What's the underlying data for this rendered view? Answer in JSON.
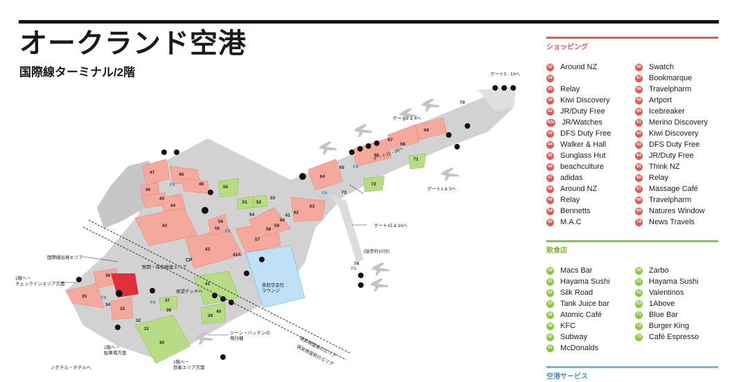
{
  "header": {
    "title": "オークランド空港",
    "subtitle": "国際線ターミナル/2階"
  },
  "colors": {
    "shopping": "#e05a4f",
    "dining": "#8cc640",
    "services": "#6cb4e4",
    "building": "#cfcfcf",
    "shop_zone": "#f4a99c",
    "food_zone": "#b8dc86",
    "lounge_zone": "#bfe0f6"
  },
  "map": {
    "gates_5_10": "ゲート5 - 10へ",
    "gates_2_4": "ゲート2 & 4へ",
    "gates_11_18": "ゲート11 - 18へ",
    "gates_1_3": "ゲート1 & 3へ",
    "gates_15_16": "ゲート15 & 16へ",
    "walk_10min": "(徒歩約10分)",
    "intl_departure_area": "国際線出発エリア",
    "customs_security_area": "税関・保安検査エリア",
    "cp": "CP",
    "observation_deck": "展望デッキへ",
    "floor1_checkin": "1階へ－\nチェックインエリア方面",
    "airline_lounge": "各航空会社\nラウンジ",
    "jean_batten": "ジーン・バッテンの\n飛行機",
    "floor1_parking": "1階へ－\n駐車場方面",
    "novotel": "ノボテル・ホテルへ",
    "floor1_arrival": "1階へ－\n到着エリア方面",
    "after_security": "保安検査後のエリア",
    "before_security": "保安検査前のエリア",
    "fx": "FX",
    "zone_numbers": [
      "47",
      "48",
      "46",
      "45",
      "49",
      "44",
      "43",
      "50",
      "51",
      "52",
      "53",
      "54",
      "55",
      "56",
      "57",
      "58",
      "59",
      "60",
      "61",
      "62",
      "63",
      "64",
      "65",
      "66",
      "67",
      "68",
      "69",
      "70",
      "71",
      "72",
      "73",
      "74",
      "42",
      "42A",
      "36",
      "35",
      "34",
      "33",
      "32",
      "31",
      "30",
      "37",
      "38",
      "39",
      "40",
      "41"
    ]
  },
  "legend": {
    "shopping": {
      "title": "ショッピング",
      "items": [
        {
          "no": "33",
          "name": "Around NZ"
        },
        {
          "no": "34",
          "name": ""
        },
        {
          "no": "35",
          "name": "Relay"
        },
        {
          "no": "36",
          "name": "Kiwi Discovery"
        },
        {
          "no": "42",
          "name": "JR/Duty Free"
        },
        {
          "no": "42a",
          "name": "JR/Watches"
        },
        {
          "no": "43",
          "name": "DFS Duty Free"
        },
        {
          "no": "44",
          "name": "Walker & Hall"
        },
        {
          "no": "45",
          "name": "Sunglass Hut"
        },
        {
          "no": "46",
          "name": "beachculture"
        },
        {
          "no": "47",
          "name": "adidas"
        },
        {
          "no": "48",
          "name": "Around NZ"
        },
        {
          "no": "49",
          "name": "Relay"
        },
        {
          "no": "54",
          "name": "Bennetts"
        },
        {
          "no": "55",
          "name": "M.A.C"
        },
        {
          "no": "56",
          "name": "Swatch"
        },
        {
          "no": "57",
          "name": "Bookmarque"
        },
        {
          "no": "58",
          "name": "Travelpharm"
        },
        {
          "no": "59",
          "name": "Artport"
        },
        {
          "no": "60",
          "name": "Icebreaker"
        },
        {
          "no": "61",
          "name": "Merino Discovery"
        },
        {
          "no": "62",
          "name": "Kiwi Discovery"
        },
        {
          "no": "63",
          "name": "DFS Duty Free"
        },
        {
          "no": "64",
          "name": "JR/Duty Free"
        },
        {
          "no": "65",
          "name": "Think NZ"
        },
        {
          "no": "66",
          "name": "Relay"
        },
        {
          "no": "67",
          "name": "Massage Café"
        },
        {
          "no": "68",
          "name": "Travelpharm"
        },
        {
          "no": "69",
          "name": "Natures Window"
        },
        {
          "no": "74",
          "name": "News Travels"
        }
      ]
    },
    "dining": {
      "title": "飲食店",
      "items": [
        {
          "no": "30",
          "name": "Macs Bar"
        },
        {
          "no": "31",
          "name": "Hayama Sushi"
        },
        {
          "no": "32",
          "name": "Silk Road"
        },
        {
          "no": "37",
          "name": "Tank Juice bar"
        },
        {
          "no": "38",
          "name": "Atomic Café"
        },
        {
          "no": "39",
          "name": "KFC"
        },
        {
          "no": "40",
          "name": "Subway"
        },
        {
          "no": "41",
          "name": "McDonalds"
        },
        {
          "no": "50",
          "name": "Zarbo"
        },
        {
          "no": "51",
          "name": "Hayama Sushi"
        },
        {
          "no": "52",
          "name": "Valentinos"
        },
        {
          "no": "53",
          "name": "1Above"
        },
        {
          "no": "71",
          "name": "Blue Bar"
        },
        {
          "no": "72",
          "name": "Burger King"
        },
        {
          "no": "73",
          "name": "Café Espresso"
        }
      ]
    },
    "services": {
      "title": "空港サービス"
    }
  }
}
